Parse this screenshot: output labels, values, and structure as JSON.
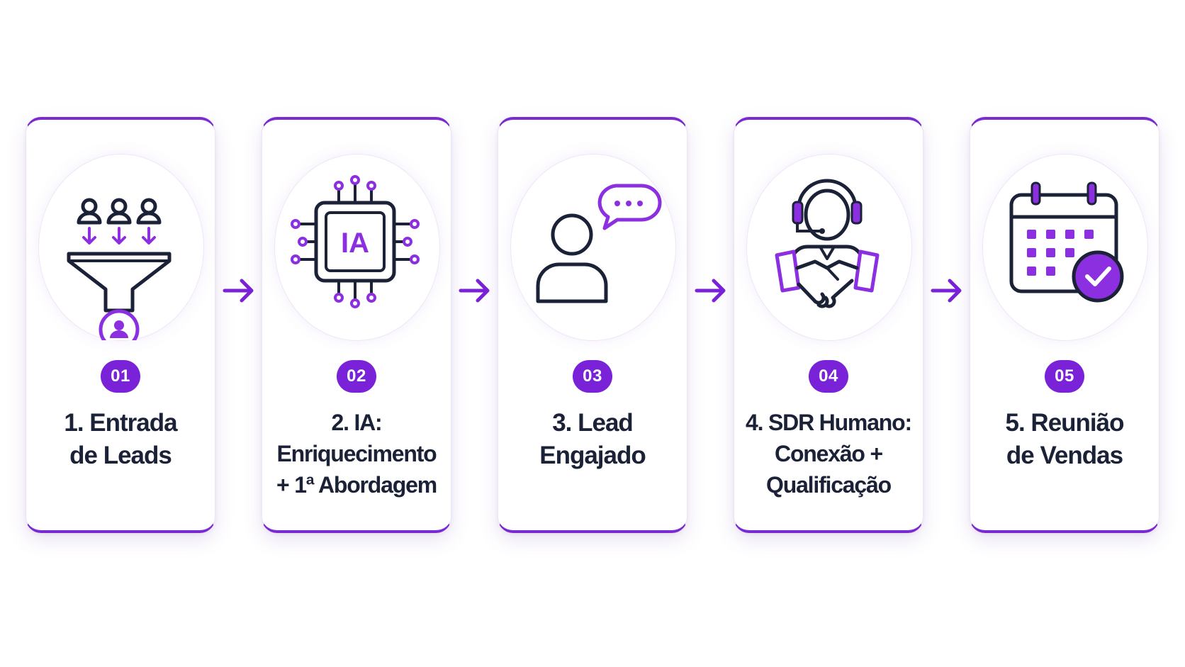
{
  "colors": {
    "accent": "#7a22d8",
    "text": "#1b2238",
    "icon_stroke": "#1b2238"
  },
  "steps": [
    {
      "number": "01",
      "title_lines": [
        "1. Entrada",
        "de Leads"
      ],
      "icon": "funnel-leads-icon"
    },
    {
      "number": "02",
      "title_lines": [
        "2. IA:",
        "Enriquecimento",
        "+ 1ª Abordagem"
      ],
      "icon": "ai-chip-icon",
      "icon_text": "IA"
    },
    {
      "number": "03",
      "title_lines": [
        "3. Lead",
        "Engajado"
      ],
      "icon": "person-chat-icon"
    },
    {
      "number": "04",
      "title_lines": [
        "4. SDR Humano:",
        "Conexão +",
        "Qualificação"
      ],
      "icon": "headset-handshake-icon"
    },
    {
      "number": "05",
      "title_lines": [
        "5. Reunião",
        "de Vendas"
      ],
      "icon": "calendar-check-icon"
    }
  ],
  "connectors": [
    "arrow-right-icon",
    "arrow-right-icon",
    "arrow-right-icon",
    "arrow-right-icon"
  ]
}
